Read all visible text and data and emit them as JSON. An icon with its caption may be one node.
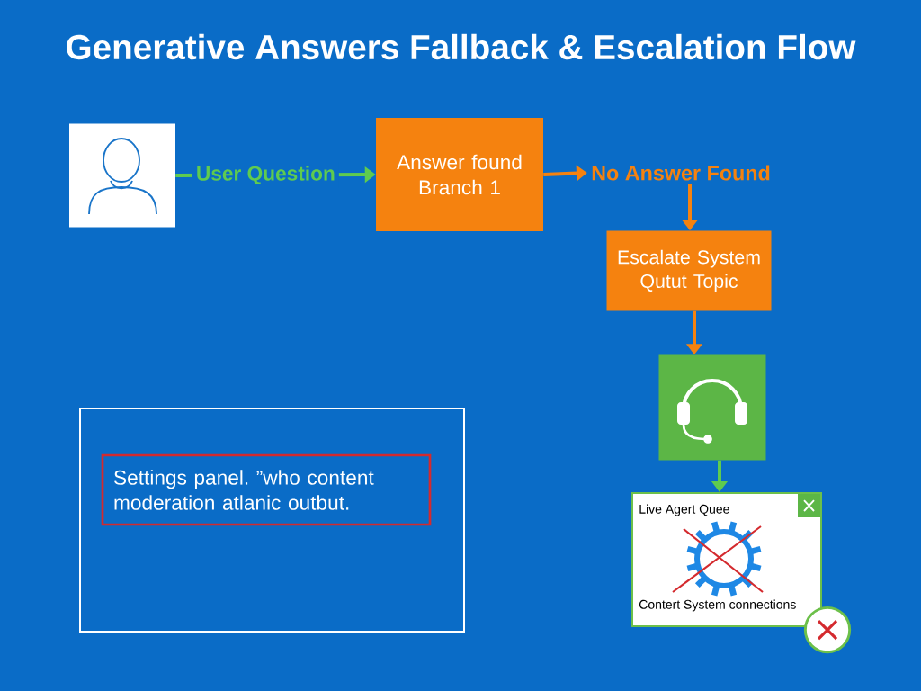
{
  "diagram": {
    "title": "Generative Answers Fallback & Escalation Flow",
    "nodes": [
      {
        "text": [],
        "shape": "person"
      },
      {
        "text": [
          "Answer found Branch 1"
        ]
      },
      {
        "text": [
          "No Answer Found"
        ]
      },
      {
        "text": [
          "Escalate System Qutut Topic"
        ]
      },
      {
        "text": [],
        "shape": "box"
      },
      {
        "text": [
          "Live Agert Quee",
          "Contert System connections"
        ]
      },
      {
        "text": [],
        "shape": "box"
      },
      {
        "text": [
          "Settings panel. ”who content moderation atlanic outbut."
        ],
        "in": 6
      }
    ],
    "edges": [
      {
        "from": 0,
        "to": 1,
        "arrow": "to",
        "label": "User Question",
        "color": "#5fcb4f"
      },
      {
        "from": 1,
        "to": 2,
        "arrow": "to"
      },
      {
        "from": 2,
        "to": 3,
        "arrow": "to"
      },
      {
        "from": 3,
        "to": 4,
        "arrow": "to"
      },
      {
        "from": 4,
        "to": 5,
        "arrow": "to",
        "color": "#5fcb4f"
      }
    ]
  }
}
